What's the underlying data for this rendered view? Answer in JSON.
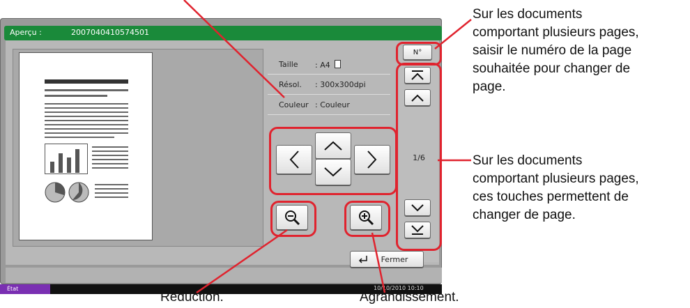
{
  "window": {
    "title_label": "Aperçu :",
    "title_value": "2007040410574501"
  },
  "info": [
    {
      "key": "Taille",
      "value": ": A4"
    },
    {
      "key": "Résol.",
      "value": ": 300x300dpi"
    },
    {
      "key": "Couleur",
      "value": ": Couleur"
    }
  ],
  "page_selector": {
    "number_button": "N°",
    "indicator": "1/6"
  },
  "buttons": {
    "close": "Fermer"
  },
  "status": {
    "state": "État",
    "datetime": "10/10/2010  10:10"
  },
  "callouts": {
    "top_right_1": "Sur les documents",
    "top_right_2": "comportant plusieurs pages,",
    "top_right_3": "saisir le numéro de la page",
    "top_right_4": "souhaitée pour changer de",
    "top_right_5": "page.",
    "mid_right_1": "Sur les documents",
    "mid_right_2": "comportant plusieurs pages,",
    "mid_right_3": "ces touches permettent de",
    "mid_right_4": "changer de page.",
    "reduction": "Réduction.",
    "enlargement": "Agrandissement."
  },
  "colors": {
    "accent_red": "#e0232e",
    "title_green": "#1a8a3a",
    "status_purple": "#7a2fb2"
  }
}
